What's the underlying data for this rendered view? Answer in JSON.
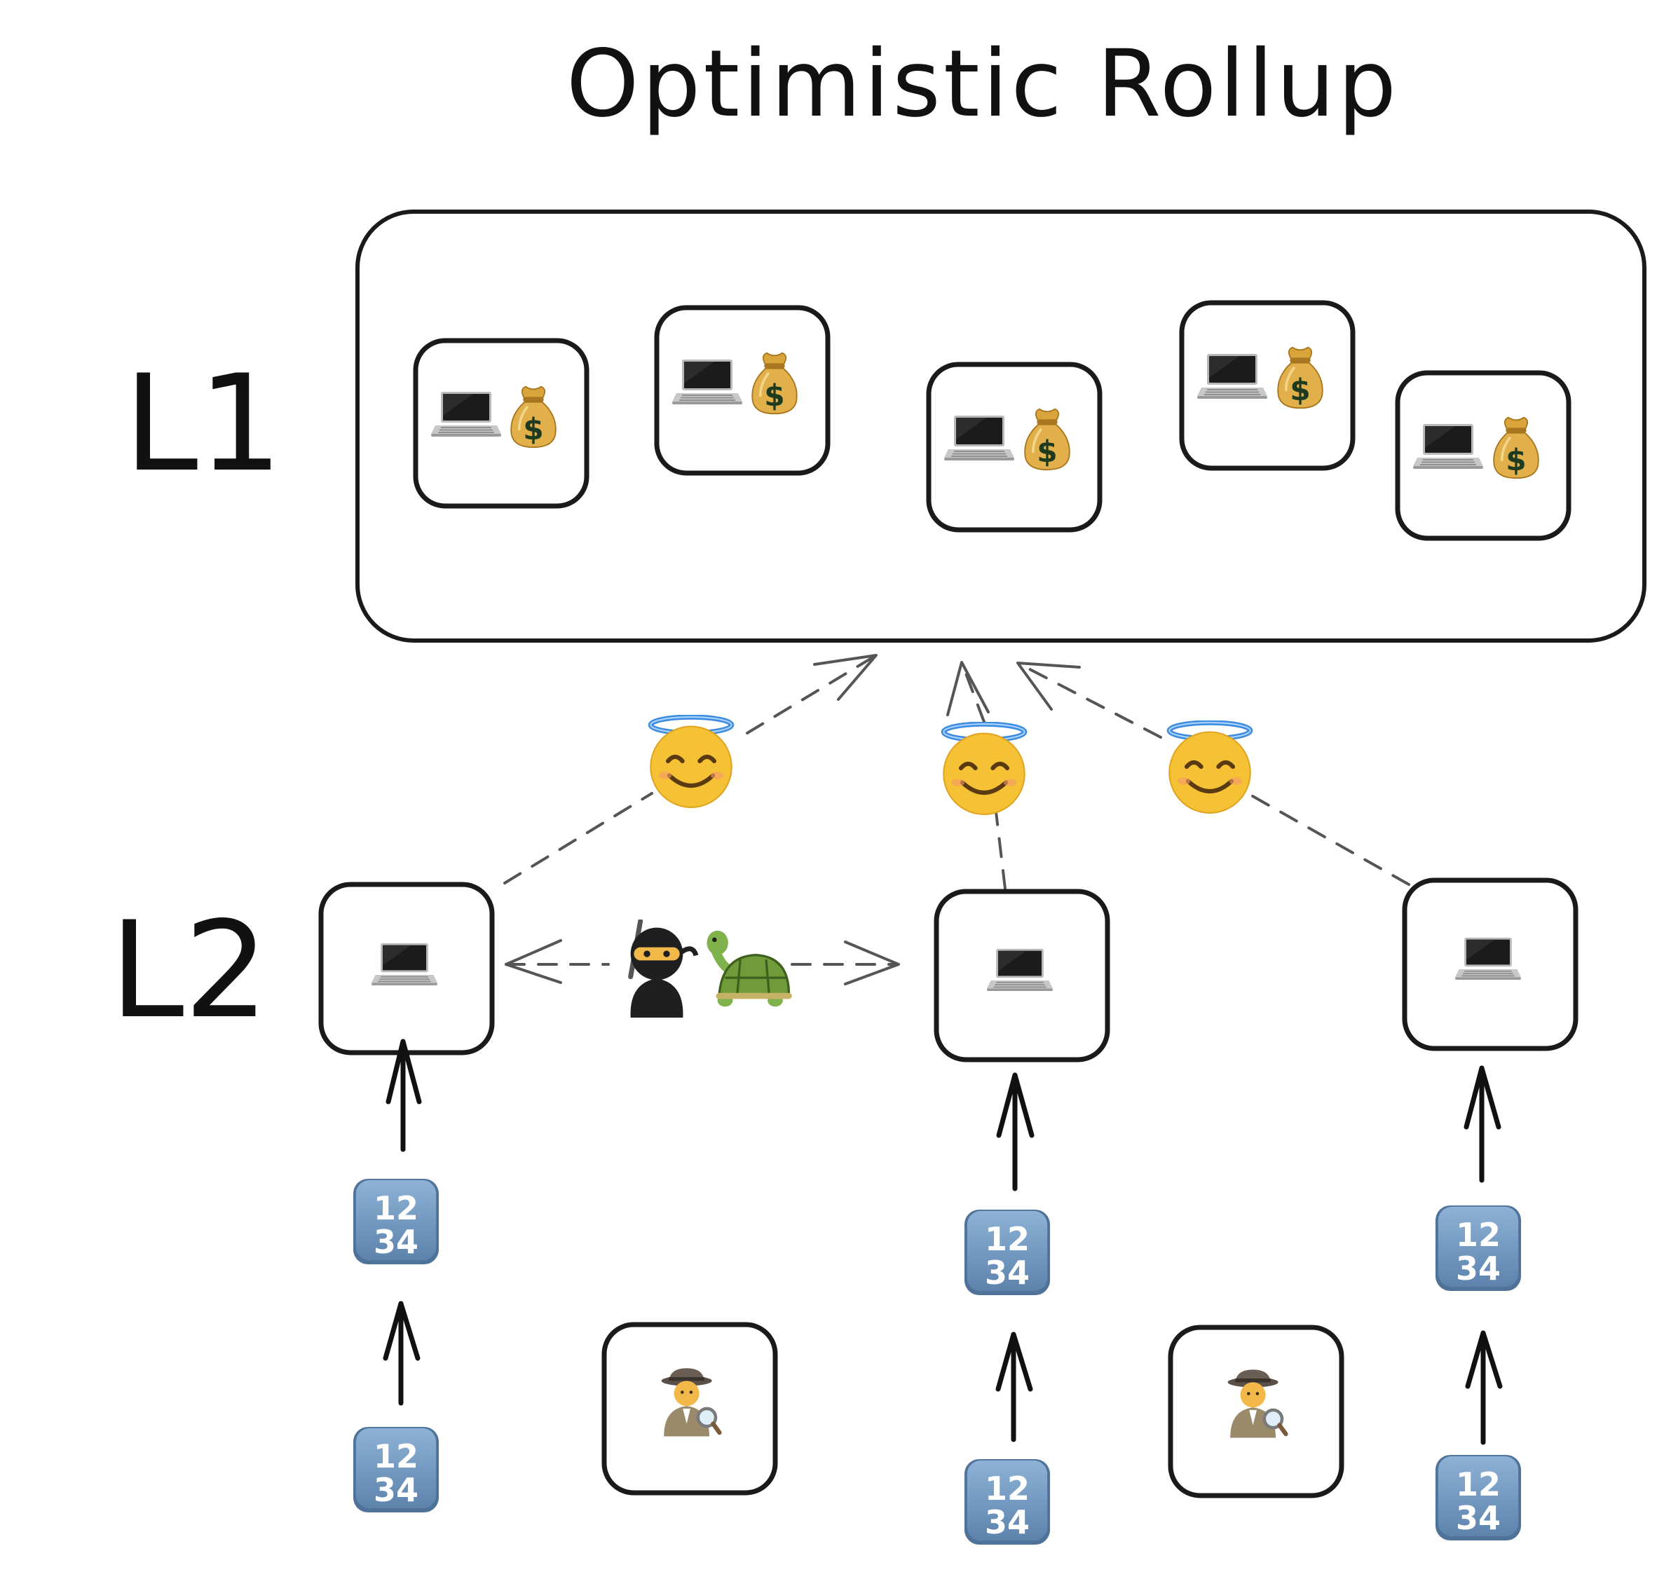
{
  "title": "Optimistic Rollup",
  "layers": {
    "l1_label": "L1",
    "l2_label": "L2"
  },
  "keycap_text": {
    "line1": "12",
    "line2": "34"
  },
  "colors": {
    "ink": "#111111",
    "dash": "#555555",
    "laptop_screen": "#1b1b1b",
    "laptop_body": "#c8c8c8",
    "moneybag": "#d9a53a",
    "moneybag_symbol": "#1f3b1f",
    "halo": "#3e8ce0",
    "face": "#f5c135",
    "keycap_top": "#8eb2d6",
    "keycap_bottom": "#5d83ad",
    "turtle_shell": "#6f9b3a",
    "ninja": "#1f1f1f",
    "detective_coat": "#9a8a6a"
  },
  "icons": {
    "laptop": "laptop-icon",
    "money_bag": "money-bag-icon",
    "halo_face": "smiling-face-with-halo-icon",
    "ninja": "ninja-icon",
    "turtle": "turtle-icon",
    "detective": "detective-icon",
    "keycap": "input-numbers-icon"
  }
}
